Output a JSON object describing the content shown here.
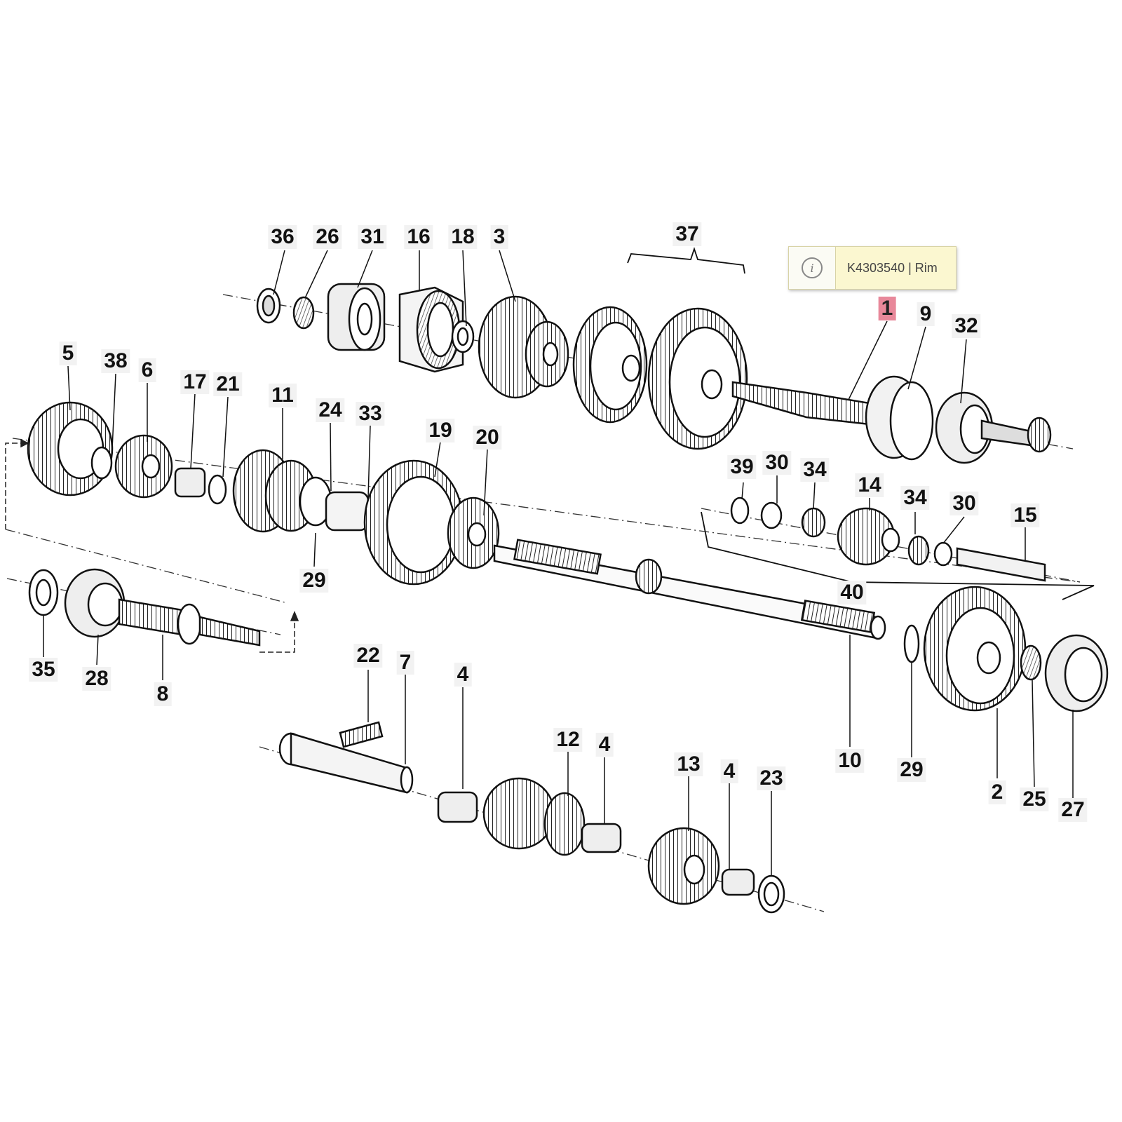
{
  "tooltip": {
    "icon": "info-icon",
    "text": "K4303540 | Rim"
  },
  "highlighted_part": "1",
  "colors": {
    "highlight": "#e8889a",
    "tooltip_bg": "#fbf7d0",
    "ink": "#111111"
  },
  "callouts": {
    "c1": "1",
    "c2": "2",
    "c3": "3",
    "c4a": "4",
    "c4b": "4",
    "c4c": "4",
    "c5": "5",
    "c6": "6",
    "c7": "7",
    "c8": "8",
    "c9": "9",
    "c10": "10",
    "c11": "11",
    "c12": "12",
    "c13": "13",
    "c14": "14",
    "c15": "15",
    "c16": "16",
    "c17": "17",
    "c18": "18",
    "c19": "19",
    "c20": "20",
    "c21": "21",
    "c22": "22",
    "c23": "23",
    "c24": "24",
    "c25": "25",
    "c26": "26",
    "c27": "27",
    "c28": "28",
    "c29a": "29",
    "c29b": "29",
    "c30a": "30",
    "c30b": "30",
    "c31": "31",
    "c32": "32",
    "c33": "33",
    "c34a": "34",
    "c34b": "34",
    "c35": "35",
    "c36": "36",
    "c37": "37",
    "c38": "38",
    "c39": "39",
    "c40": "40"
  }
}
